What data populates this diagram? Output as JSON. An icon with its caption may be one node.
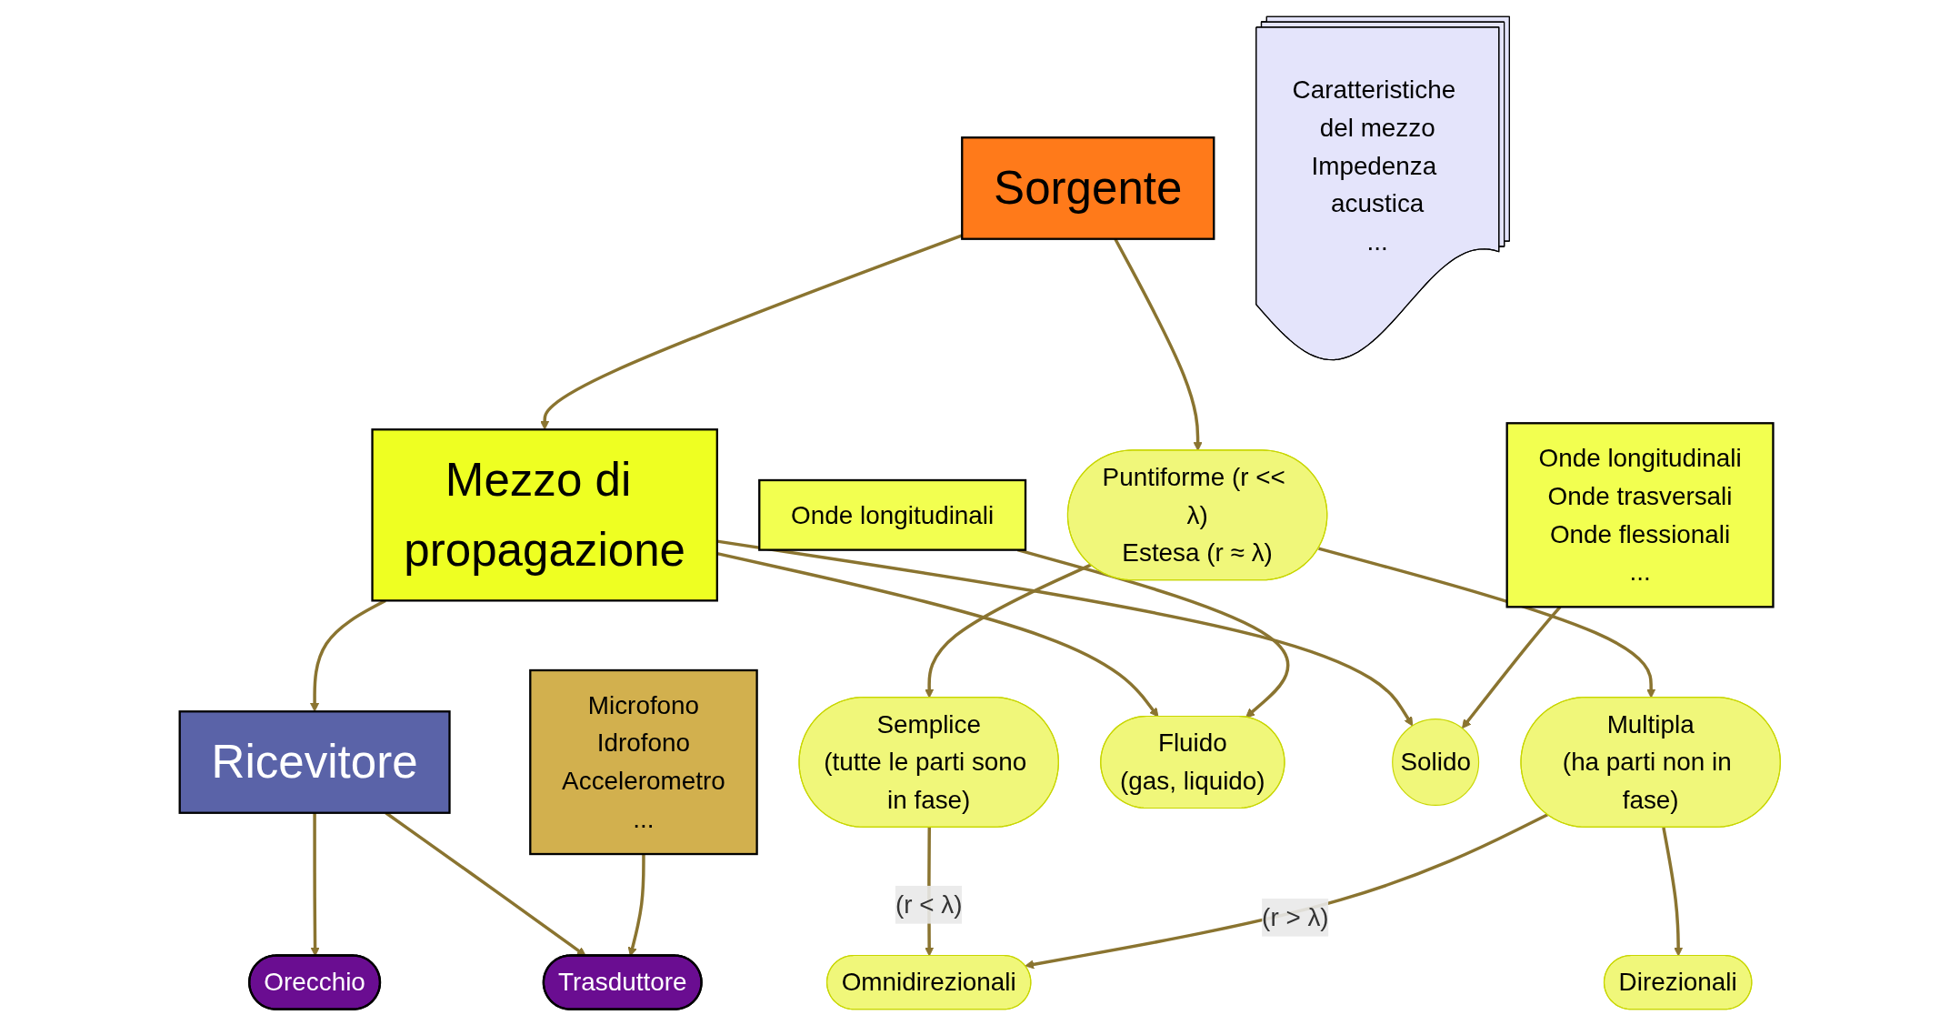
{
  "diagram": {
    "nodes": [
      {
        "text": [
          "Sorgente"
        ]
      },
      {
        "text": [
          "Mezzo di propagazione"
        ]
      },
      {
        "text": [
          "Ricevitore"
        ]
      },
      {
        "text": [
          "Puntiforme (r << λ)",
          "Estesa (r ≈ λ)"
        ]
      },
      {
        "text": [
          "Semplice",
          "(tutte le parti sono in fase)"
        ]
      },
      {
        "text": [
          "Multipla",
          "(ha parti non in fase)"
        ]
      },
      {
        "text": [
          "Omnidirezionali"
        ]
      },
      {
        "text": [
          "Direzionali"
        ]
      },
      {
        "text": [
          "Fluido",
          "(gas, liquido)"
        ]
      },
      {
        "text": [
          "Solido"
        ]
      },
      {
        "text": [
          "Orecchio"
        ]
      },
      {
        "text": [
          "Trasduttore"
        ]
      },
      {
        "text": [
          "Onde longitudinali"
        ]
      },
      {
        "text": [
          "Onde longitudinali",
          "Onde trasversali",
          "Onde flessionali",
          "..."
        ]
      },
      {
        "text": [
          "Caratteristiche del mezzo",
          "Impedenza acustica",
          "..."
        ]
      },
      {
        "text": [
          "Microfono",
          "Idrofono",
          "Accelerometro",
          "..."
        ]
      }
    ],
    "edges": [
      {
        "from": 0,
        "to": 1,
        "arrow": "to"
      },
      {
        "from": 1,
        "to": 2,
        "arrow": "to"
      },
      {
        "from": 0,
        "to": 3,
        "arrow": "to"
      },
      {
        "from": 3,
        "to": 4,
        "arrow": "to"
      },
      {
        "from": 3,
        "to": 5,
        "arrow": "to"
      },
      {
        "from": 4,
        "to": 6,
        "arrow": "to",
        "label": "(r < λ)"
      },
      {
        "from": 5,
        "to": 6,
        "arrow": "to",
        "label": "(r > λ)"
      },
      {
        "from": 5,
        "to": 7,
        "arrow": "to"
      },
      {
        "from": 1,
        "to": 8,
        "arrow": "to"
      },
      {
        "from": 1,
        "to": 9,
        "arrow": "to"
      },
      {
        "from": 2,
        "to": 10,
        "arrow": "to"
      },
      {
        "from": 2,
        "to": 11,
        "arrow": "to"
      },
      {
        "from": 12,
        "to": 8,
        "arrow": "to"
      },
      {
        "from": 13,
        "to": 9,
        "arrow": "to"
      },
      {
        "from": 15,
        "to": 11,
        "arrow": "to"
      }
    ]
  }
}
